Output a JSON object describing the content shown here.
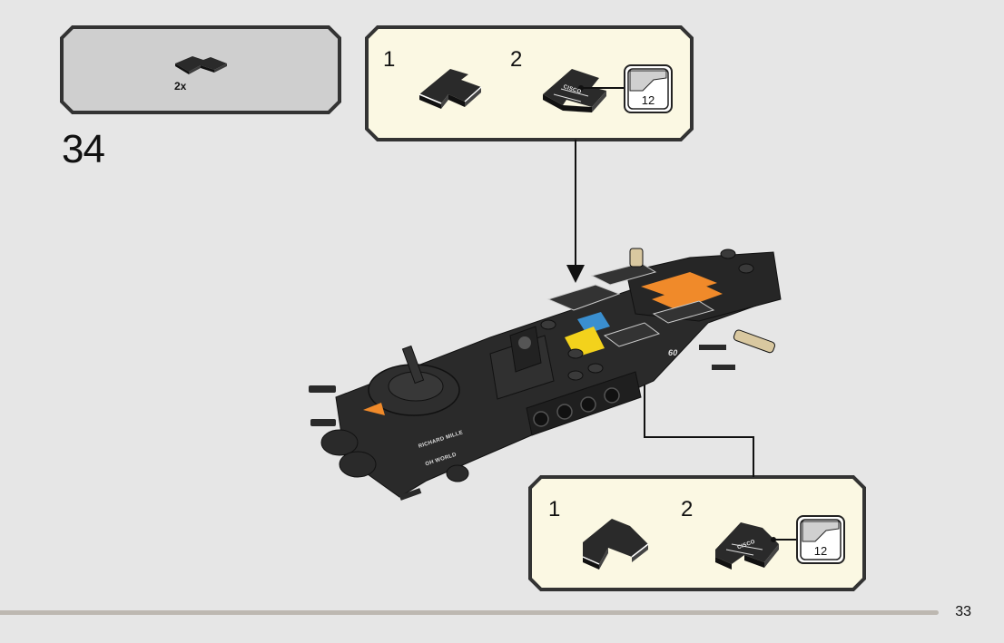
{
  "colors": {
    "background": "#e6e6e6",
    "parts_panel": "#cfcfcf",
    "sub_panel": "#fbf8e3",
    "panel_border": "#333333",
    "brick_dark": "#2a2a2a",
    "accent_orange": "#f08a2a",
    "accent_yellow": "#f3d21c",
    "accent_blue": "#3a8fd0",
    "accent_tan": "#d9c8a0",
    "page_rule": "#bdb8b1"
  },
  "step": {
    "number": "34",
    "parts_quantity": "2x",
    "parts_icon": "l-shaped-tile-icon"
  },
  "callout_top": {
    "step1_label": "1",
    "step2_label": "2",
    "sticker_number": "12",
    "sticker_text": "CISCO"
  },
  "callout_bottom": {
    "step1_label": "1",
    "step2_label": "2",
    "sticker_number": "12",
    "sticker_text": "CISCO"
  },
  "model": {
    "label_line1": "RICHARD MILLE",
    "label_line2": "OH WORLD",
    "label_number": "60"
  },
  "page": {
    "number": "33"
  }
}
